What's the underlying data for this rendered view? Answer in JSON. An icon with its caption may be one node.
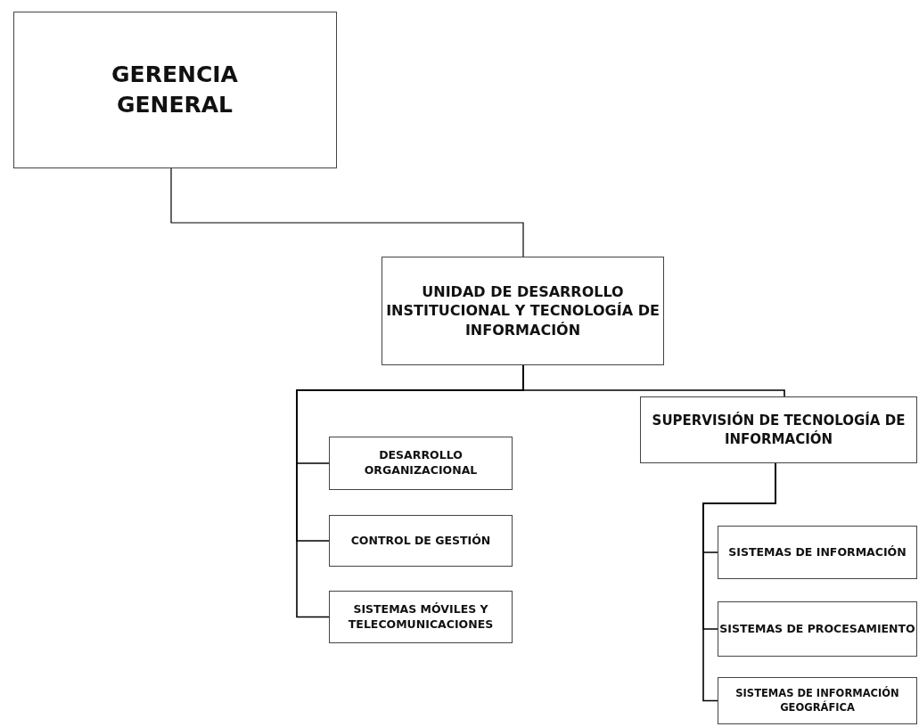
{
  "diagram": {
    "nodes": [
      {
        "text": [
          "GERENCIA GENERAL"
        ]
      },
      {
        "text": [
          "UNIDAD DE DESARROLLO INSTITUCIONAL Y TECNOLOGÍA DE INFORMACIÓN"
        ]
      },
      {
        "text": [
          "DESARROLLO ORGANIZACIONAL"
        ]
      },
      {
        "text": [
          "CONTROL DE GESTIÓN"
        ]
      },
      {
        "text": [
          "SISTEMAS MÓVILES Y TELECOMUNICACIONES"
        ]
      },
      {
        "text": [
          "SUPERVISIÓN DE TECNOLOGÍA DE INFORMACIÓN"
        ]
      },
      {
        "text": [
          "SISTEMAS DE INFORMACIÓN"
        ]
      },
      {
        "text": [
          "SISTEMAS DE PROCESAMIENTO"
        ]
      },
      {
        "text": [
          "SISTEMAS DE INFORMACIÓN GEOGRÁFICA"
        ]
      }
    ],
    "edges": [
      {
        "from": 0,
        "to": 1,
        "arrow": "none"
      },
      {
        "from": 1,
        "to": 2,
        "arrow": "none"
      },
      {
        "from": 1,
        "to": 3,
        "arrow": "none"
      },
      {
        "from": 1,
        "to": 4,
        "arrow": "none"
      },
      {
        "from": 1,
        "to": 5,
        "arrow": "none"
      },
      {
        "from": 5,
        "to": 6,
        "arrow": "none"
      },
      {
        "from": 5,
        "to": 7,
        "arrow": "none"
      },
      {
        "from": 5,
        "to": 8,
        "arrow": "none"
      }
    ]
  }
}
